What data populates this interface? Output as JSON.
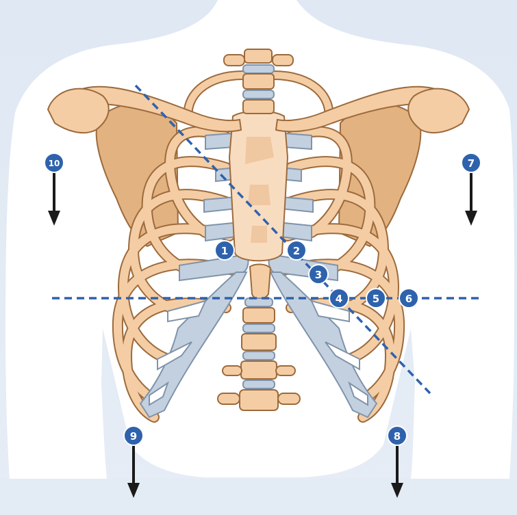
{
  "colors": {
    "background": "#dfe8f3",
    "torso": "#ffffff",
    "bone_fill": "#f4cda4",
    "bone_stroke": "#9c6a3c",
    "bone_shadow": "#d9a774",
    "cartilage": "#c3d0df",
    "cartilage_stroke": "#7f93ab",
    "marker_fill": "#2f62ad",
    "guide_line": "#2f62ad",
    "arrow": "#1a1a1a"
  },
  "markers": [
    {
      "id": "m1",
      "label": "1",
      "icon": "number-badge"
    },
    {
      "id": "m2",
      "label": "2",
      "icon": "number-badge"
    },
    {
      "id": "m3",
      "label": "3",
      "icon": "number-badge"
    },
    {
      "id": "m4",
      "label": "4",
      "icon": "number-badge"
    },
    {
      "id": "m5",
      "label": "5",
      "icon": "number-badge"
    },
    {
      "id": "m6",
      "label": "6",
      "icon": "number-badge"
    },
    {
      "id": "m7",
      "label": "7",
      "icon": "number-badge-with-down-arrow"
    },
    {
      "id": "m8",
      "label": "8",
      "icon": "number-badge-with-down-arrow"
    },
    {
      "id": "m9",
      "label": "9",
      "icon": "number-badge-with-down-arrow"
    },
    {
      "id": "m10",
      "label": "10",
      "icon": "number-badge-with-down-arrow"
    }
  ],
  "guide_lines": [
    {
      "id": "diagonal",
      "style": "dashed"
    },
    {
      "id": "horizontal",
      "style": "dashed"
    }
  ]
}
